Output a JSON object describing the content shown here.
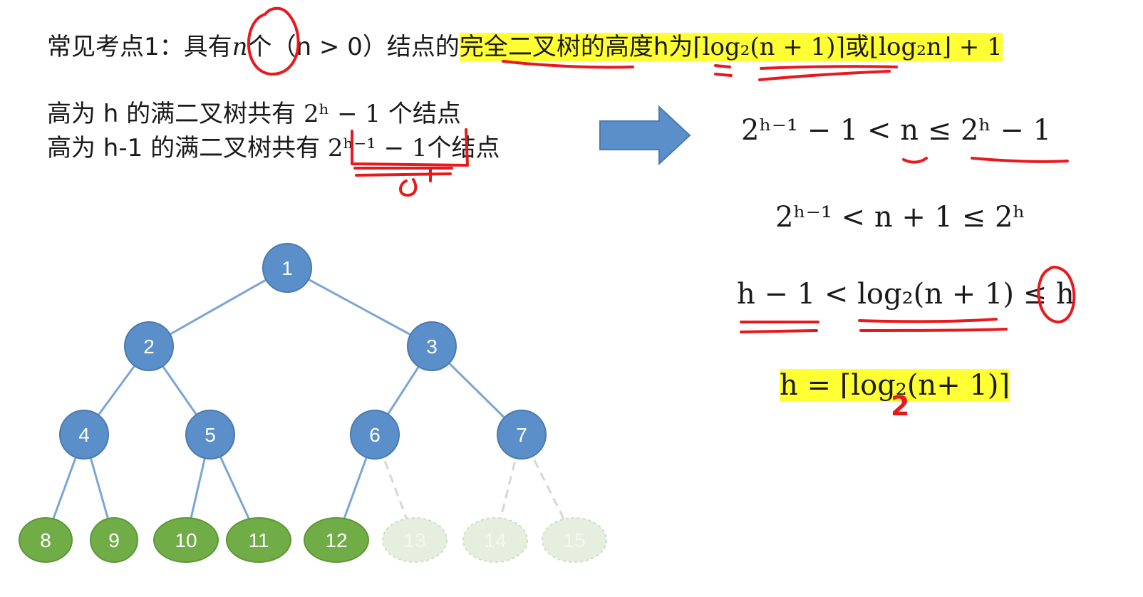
{
  "slide": {
    "heading": {
      "prefix": "常见考点1：具有",
      "n_var": "n",
      "after_n": "个",
      "condition": "（n > 0）结点的",
      "highlight_part1": "完全二叉树的高度",
      "highlight_h": "h",
      "highlight_word": "为",
      "formula_a": "⌈log₂(n + 1)⌉",
      "highlight_or": "或",
      "formula_b": "⌊log₂n⌋ + 1"
    },
    "fact_1": {
      "lead": "高为 h 的满二叉树共有",
      "formula": "2ʰ − 1",
      "tail": "个结点"
    },
    "fact_2": {
      "lead": "高为 h-1 的满二叉树共有",
      "formula": "2ʰ⁻¹ − 1",
      "tail": "个结点"
    },
    "derivation": [
      "2ʰ⁻¹ − 1 < n ≤ 2ʰ − 1",
      "2ʰ⁻¹ < n + 1 ≤ 2ʰ",
      "h − 1 < log₂(n + 1) ≤ h",
      "h = ⌈log₂(n+ 1)⌉"
    ],
    "annotation_2": "2"
  },
  "tree": {
    "node_labels": [
      "1",
      "2",
      "3",
      "4",
      "5",
      "6",
      "7",
      "8",
      "9",
      "10",
      "11",
      "12",
      "13",
      "14",
      "15"
    ],
    "present_count": 12
  },
  "colors": {
    "internal_node": "#5b8fc9",
    "leaf_node": "#71ad47",
    "ghost_node": "#e6efdf",
    "edge": "#7aa6d4",
    "highlight": "#ffff33",
    "ink": "#e8191d",
    "arrow": "#5b8fc9"
  }
}
